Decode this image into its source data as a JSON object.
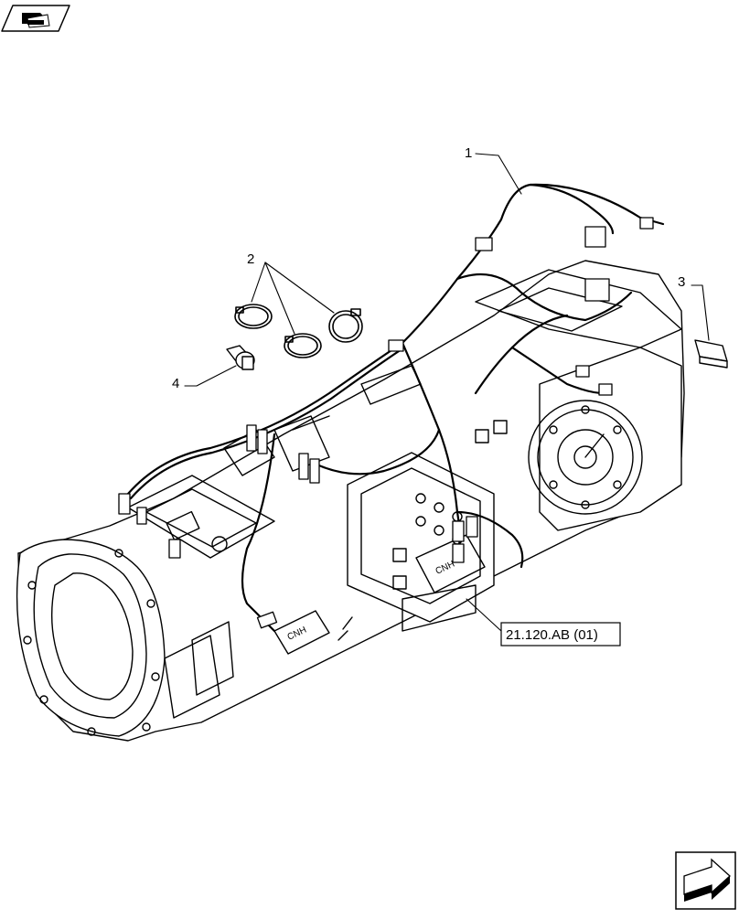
{
  "icons": {
    "top_left": "book-pointer-icon",
    "bottom_right": "next-page-arrow-icon"
  },
  "callouts": {
    "c1": "1",
    "c2": "2",
    "c3": "3",
    "c4": "4"
  },
  "reference": {
    "label": "21.120.AB (01)"
  }
}
